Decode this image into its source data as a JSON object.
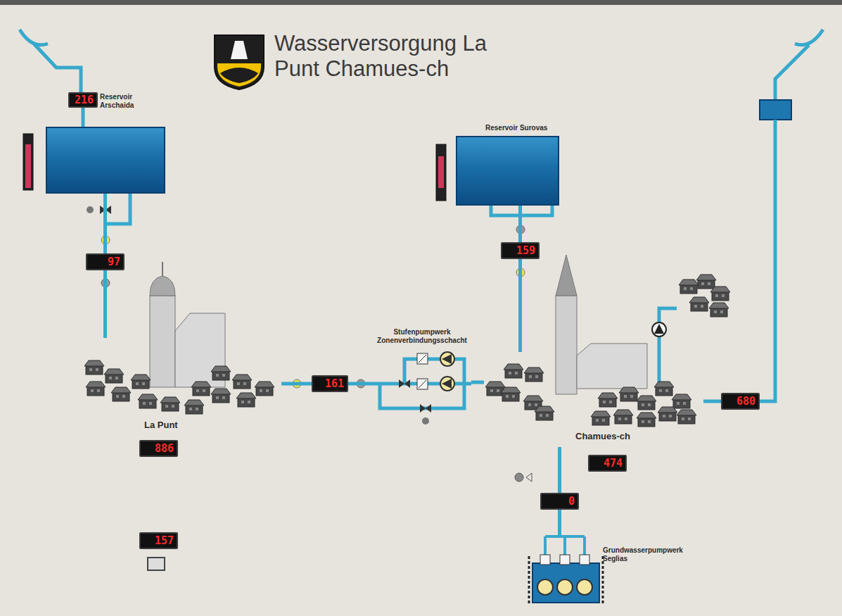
{
  "diagram": {
    "title": "Wasserversorgung La Punt Chamues-ch",
    "nodes": [
      {
        "text": [
          "Reservoir Arschaida"
        ]
      },
      {
        "text": [
          "216"
        ]
      },
      {
        "text": [
          "97"
        ]
      },
      {
        "text": [
          "Reservoir Surovas"
        ]
      },
      {
        "text": [
          "159"
        ]
      },
      {
        "text": [
          "La Punt"
        ]
      },
      {
        "text": [
          "161"
        ]
      },
      {
        "text": [
          "Stufenpumpwerk Zonenverbindungsschacht"
        ]
      },
      {
        "text": [
          "Chamues-ch"
        ]
      },
      {
        "text": [
          "680"
        ]
      },
      {
        "text": [
          "886"
        ]
      },
      {
        "text": [
          "474"
        ]
      },
      {
        "text": [
          "0"
        ]
      },
      {
        "text": [
          "Grundwasserpumpwerk Seglias"
        ]
      },
      {
        "text": [
          "157"
        ]
      }
    ],
    "edges": [
      {
        "from": 1,
        "to": 0,
        "arrow": "none"
      },
      {
        "from": 0,
        "to": 2,
        "arrow": "none"
      },
      {
        "from": 2,
        "to": 5,
        "arrow": "none"
      },
      {
        "from": 3,
        "to": 4,
        "arrow": "none"
      },
      {
        "from": 4,
        "to": 8,
        "arrow": "none"
      },
      {
        "from": 5,
        "to": 6,
        "arrow": "none"
      },
      {
        "from": 6,
        "to": 7,
        "arrow": "none"
      },
      {
        "from": 7,
        "to": 8,
        "arrow": "none"
      },
      {
        "from": 9,
        "to": 8,
        "arrow": "none"
      },
      {
        "from": 13,
        "to": 12,
        "arrow": "none"
      },
      {
        "from": 12,
        "to": 8,
        "arrow": "none"
      }
    ]
  }
}
